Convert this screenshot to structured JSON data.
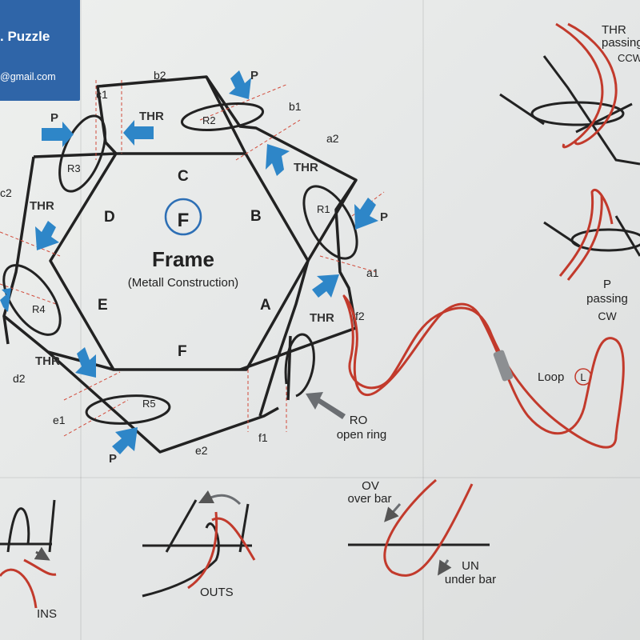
{
  "header": {
    "title": ". Puzzle",
    "email": "@gmail.com"
  },
  "frame": {
    "badge": "F",
    "title": "Frame",
    "subtitle": "(Metall Construction)",
    "sections": [
      "A",
      "B",
      "C",
      "D",
      "E",
      "F"
    ]
  },
  "rings": [
    "R1",
    "R2",
    "R3",
    "R4",
    "R5"
  ],
  "segments": [
    "a1",
    "a2",
    "b1",
    "b2",
    "c1",
    "c2",
    "d2",
    "e1",
    "e2",
    "f1",
    "f2"
  ],
  "arrow_labels": {
    "p": "P",
    "thr": "THR"
  },
  "open_ring": {
    "abbr": "RO",
    "text": "open ring"
  },
  "loop": {
    "text": "Loop",
    "badge": "L"
  },
  "panels": {
    "thr_passing": {
      "line1": "THR",
      "line2": "passing",
      "dir": "CCW"
    },
    "p_passing": {
      "line1": "P",
      "line2": "passing",
      "dir": "CW"
    },
    "over_bar": {
      "abbr": "OV",
      "text": "over bar"
    },
    "under_bar": {
      "abbr": "UN",
      "text": "under bar"
    },
    "ins": "INS",
    "outs": "OUTS"
  },
  "colors": {
    "arrow_blue": "#2e86c8",
    "header_blue": "#2f65a8",
    "rope_red": "#c23a2c",
    "badge_blue": "#2d6fb5",
    "gray_arrow": "#6b6e72"
  }
}
